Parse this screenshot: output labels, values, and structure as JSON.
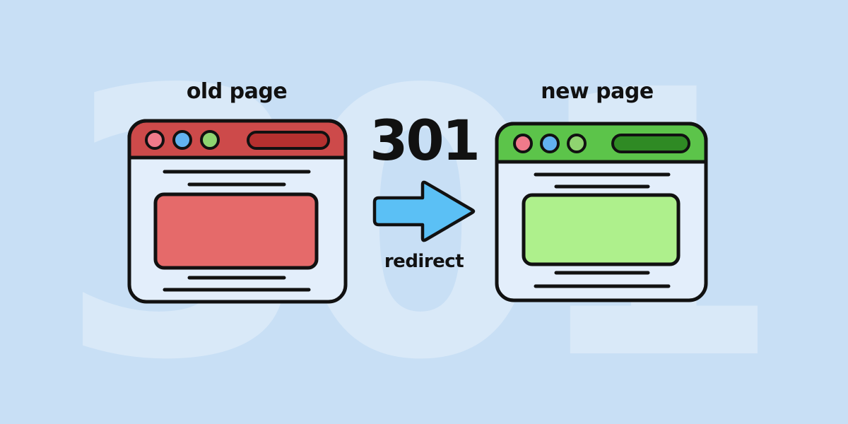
{
  "watermark": {
    "text": "301",
    "color": "#d9e9f8"
  },
  "old_page": {
    "title": "old page",
    "accent": "#cd4a4a",
    "accent_dark": "#b5302f",
    "content_fill": "#e56a6a",
    "body_fill": "#e3eefb",
    "dots": [
      "#f07a8a",
      "#62b2f0",
      "#8fd470"
    ]
  },
  "new_page": {
    "title": "new page",
    "accent": "#5cc44a",
    "accent_dark": "#2f8a24",
    "content_fill": "#aef08c",
    "body_fill": "#e3eefb",
    "dots": [
      "#f07a8a",
      "#62b2f0",
      "#8fd470"
    ]
  },
  "redirect": {
    "code": "301",
    "label": "redirect",
    "arrow_color": "#5bc0f5"
  }
}
